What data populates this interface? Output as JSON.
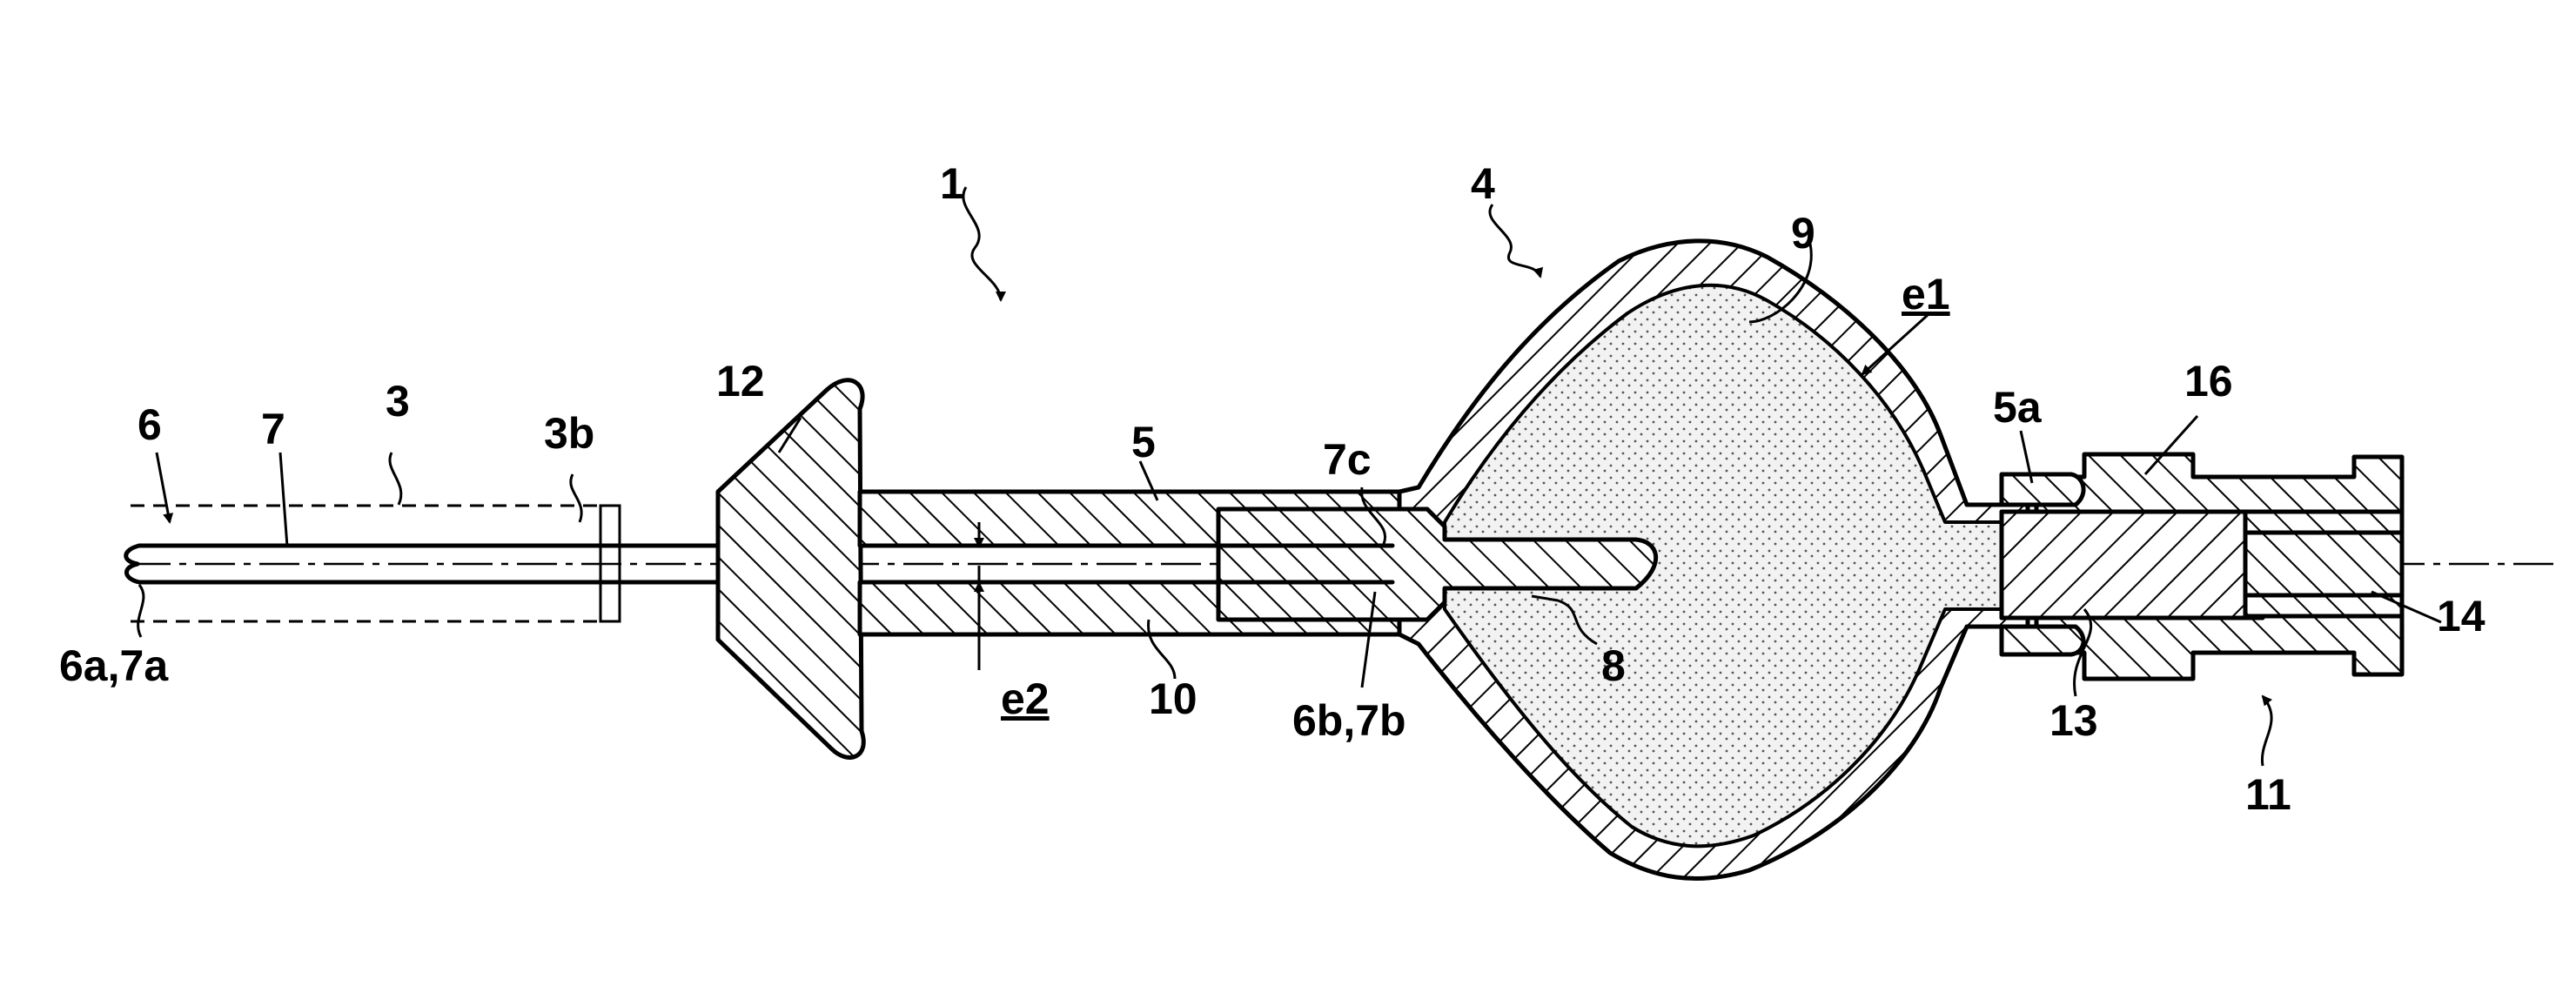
{
  "labels": {
    "l1": "1",
    "l3": "3",
    "l3b": "3b",
    "l4": "4",
    "l5": "5",
    "l5a": "5a",
    "l6": "6",
    "l6a7a": "6a,7a",
    "l6b7b": "6b,7b",
    "l7": "7",
    "l7c": "7c",
    "l8": "8",
    "l9": "9",
    "l10": "10",
    "l11": "11",
    "l12": "12",
    "l13": "13",
    "l14": "14",
    "l16": "16",
    "le1": "e1",
    "le2": "e2"
  },
  "colors": {
    "stroke": "#000000",
    "background": "#ffffff"
  }
}
